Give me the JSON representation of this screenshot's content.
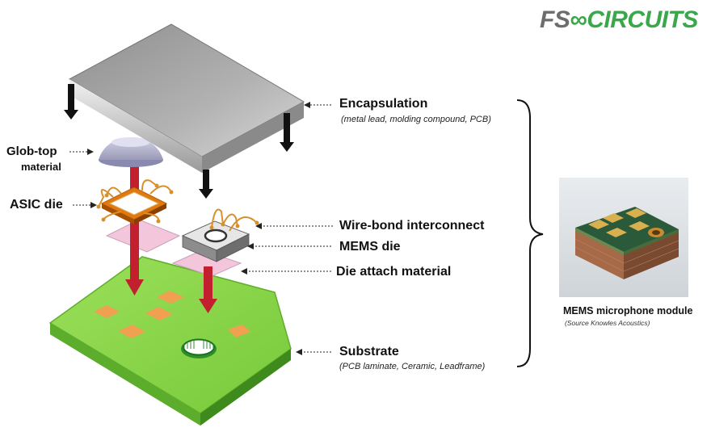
{
  "logo": {
    "part1": "FS",
    "part2": "CIRCUITS",
    "mark": "∞"
  },
  "labels": {
    "encapsulation": "Encapsulation",
    "encapsulation_sub": "(metal lead, molding compound, PCB)",
    "glob_top_1": "Glob-top",
    "glob_top_2": "material",
    "asic_die": "ASIC die",
    "wire_bond": "Wire-bond interconnect",
    "mems_die": "MEMS die",
    "die_attach": "Die attach material",
    "substrate": "Substrate",
    "substrate_sub": "(PCB laminate, Ceramic, Leadframe)"
  },
  "photo": {
    "caption": "MEMS microphone module",
    "source": "(Source Knowles Acoustics)"
  },
  "colors": {
    "substrate": "#8fd64f",
    "pad": "#f0a050",
    "lid": "#a9a9a9",
    "attach": "#f3c6dc",
    "arrow_red": "#c2202f",
    "asic_frame": "#e07a10",
    "wire": "#d8902a",
    "brand_green": "#3aa84a"
  }
}
